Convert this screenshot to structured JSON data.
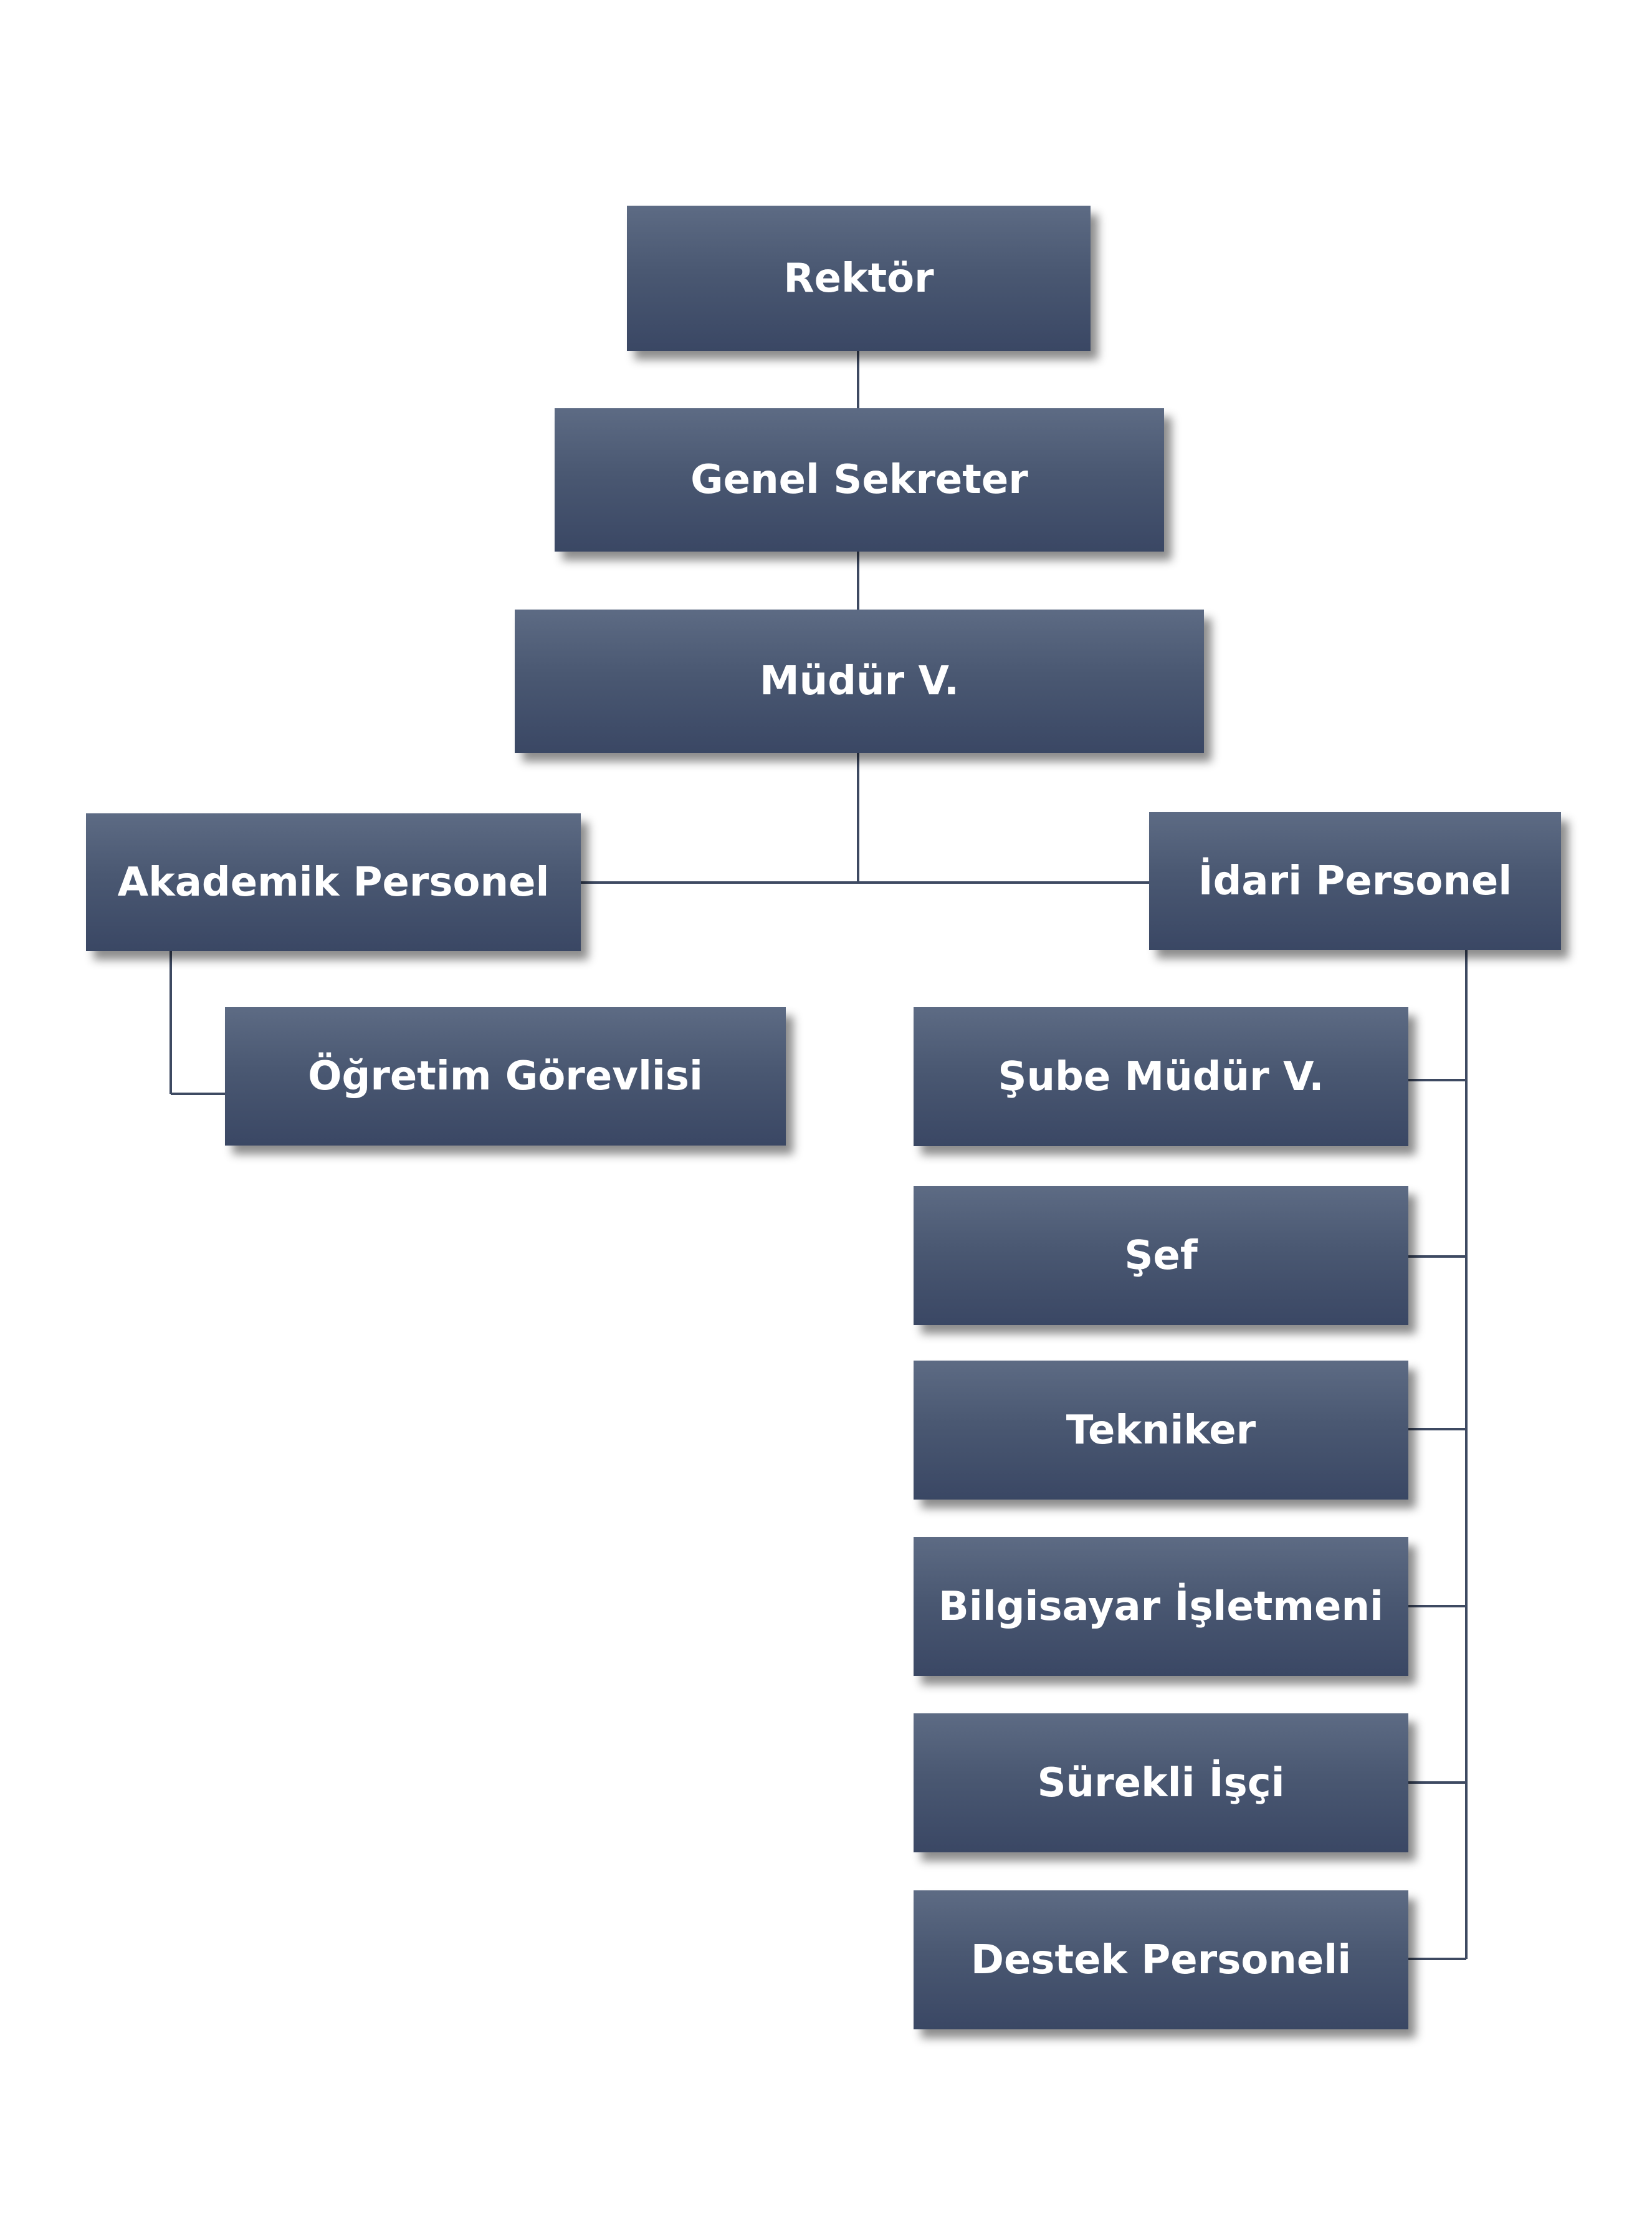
{
  "diagram": {
    "type": "org-chart",
    "nodes": [
      {
        "id": "rektor",
        "label": "Rektör"
      },
      {
        "id": "genel-sekreter",
        "label": "Genel Sekreter"
      },
      {
        "id": "mudur",
        "label": "Müdür V."
      },
      {
        "id": "akademik",
        "label": "Akademik Personel"
      },
      {
        "id": "idari",
        "label": "İdari Personel"
      },
      {
        "id": "ogretim",
        "label": "Öğretim Görevlisi"
      },
      {
        "id": "sube",
        "label": "Şube Müdür V."
      },
      {
        "id": "sef",
        "label": "Şef"
      },
      {
        "id": "tekniker",
        "label": "Tekniker"
      },
      {
        "id": "bilgisayar",
        "label": "Bilgisayar İşletmeni"
      },
      {
        "id": "surekli",
        "label": "Sürekli İşçi"
      },
      {
        "id": "destek",
        "label": "Destek Personeli"
      }
    ],
    "edges": [
      {
        "from": "rektor",
        "to": "genel-sekreter"
      },
      {
        "from": "genel-sekreter",
        "to": "mudur"
      },
      {
        "from": "mudur",
        "to": "akademik"
      },
      {
        "from": "mudur",
        "to": "idari"
      },
      {
        "from": "akademik",
        "to": "ogretim"
      },
      {
        "from": "idari",
        "to": "sube"
      },
      {
        "from": "idari",
        "to": "sef"
      },
      {
        "from": "idari",
        "to": "tekniker"
      },
      {
        "from": "idari",
        "to": "bilgisayar"
      },
      {
        "from": "idari",
        "to": "surekli"
      },
      {
        "from": "idari",
        "to": "destek"
      }
    ],
    "colors": {
      "box_top": "#5d6b84",
      "box_bottom": "#3a4764",
      "connector": "#3e4a62",
      "text": "#ffffff"
    }
  }
}
